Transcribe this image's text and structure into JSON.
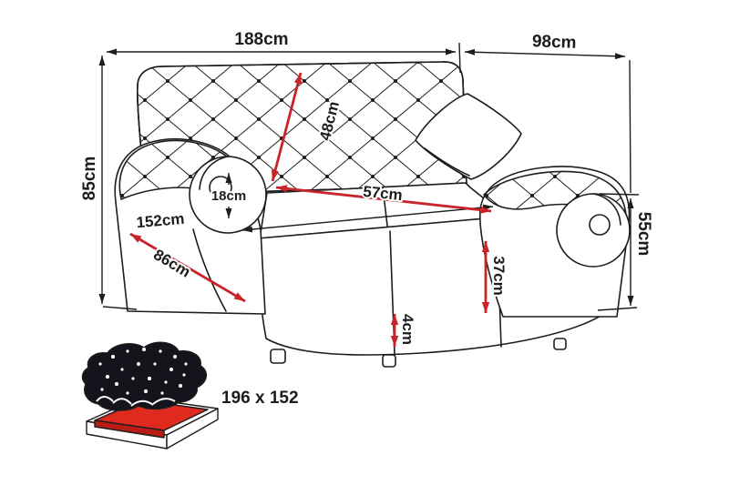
{
  "dims": {
    "back_width": "188cm",
    "depth": "98cm",
    "total_height": "85cm",
    "backrest_height": "48cm",
    "arm_roll_diameter": "18cm",
    "seat_depth": "57cm",
    "seat_width": "152cm",
    "arm_front_diagonal": "86cm",
    "arm_height": "55cm",
    "seat_height": "37cm",
    "base_clearance": "4cm"
  },
  "bed": {
    "size_label": "196 x 152",
    "icon": "sofa-bed-unfolded-icon"
  },
  "colors": {
    "line": "#1d1d1d",
    "dimension_red": "#c9242b",
    "mattress_red": "#e02a20",
    "cover_dark": "#14141c"
  }
}
